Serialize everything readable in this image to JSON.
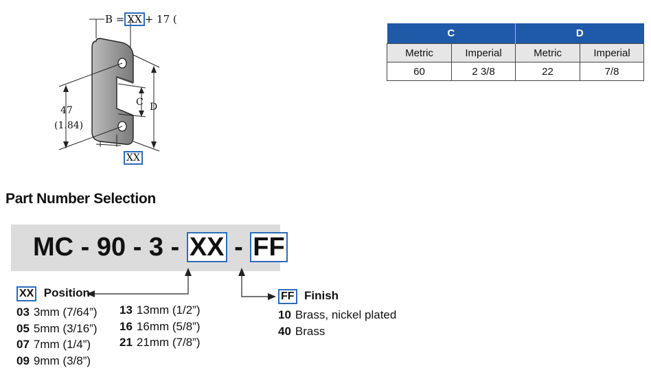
{
  "drawing": {
    "b_label": "B =",
    "b_xx": "XX",
    "b_suffix": "+ 17 (",
    "c_label": "C",
    "d_label": "D",
    "height_mm": "47",
    "height_in": "(1.84)",
    "bottom_xx": "XX"
  },
  "dimension_table": {
    "groups": [
      "C",
      "D"
    ],
    "subheaders": [
      "Metric",
      "Imperial",
      "Metric",
      "Imperial"
    ],
    "rows": [
      [
        "60",
        "2 3/8",
        "22",
        "7/8"
      ]
    ]
  },
  "part_number": {
    "section_title": "Part Number Selection",
    "prefix": "MC - 90 - 3 - ",
    "xx": "XX",
    "sep": " - ",
    "ff": "FF"
  },
  "position": {
    "code": "XX",
    "label": "Position",
    "options_col1": [
      {
        "code": "03",
        "desc": "3mm (7/64”)"
      },
      {
        "code": "05",
        "desc": "5mm (3/16”)"
      },
      {
        "code": "07",
        "desc": "7mm (1/4”)"
      },
      {
        "code": "09",
        "desc": "9mm (3/8”)"
      }
    ],
    "options_col2": [
      {
        "code": "13",
        "desc": "13mm (1/2”)"
      },
      {
        "code": "16",
        "desc": "16mm (5/8”)"
      },
      {
        "code": "21",
        "desc": "21mm (7/8”)"
      }
    ]
  },
  "finish": {
    "code": "FF",
    "label": "Finish",
    "options": [
      {
        "code": "10",
        "desc": "Brass, nickel plated"
      },
      {
        "code": "40",
        "desc": "Brass"
      }
    ]
  }
}
